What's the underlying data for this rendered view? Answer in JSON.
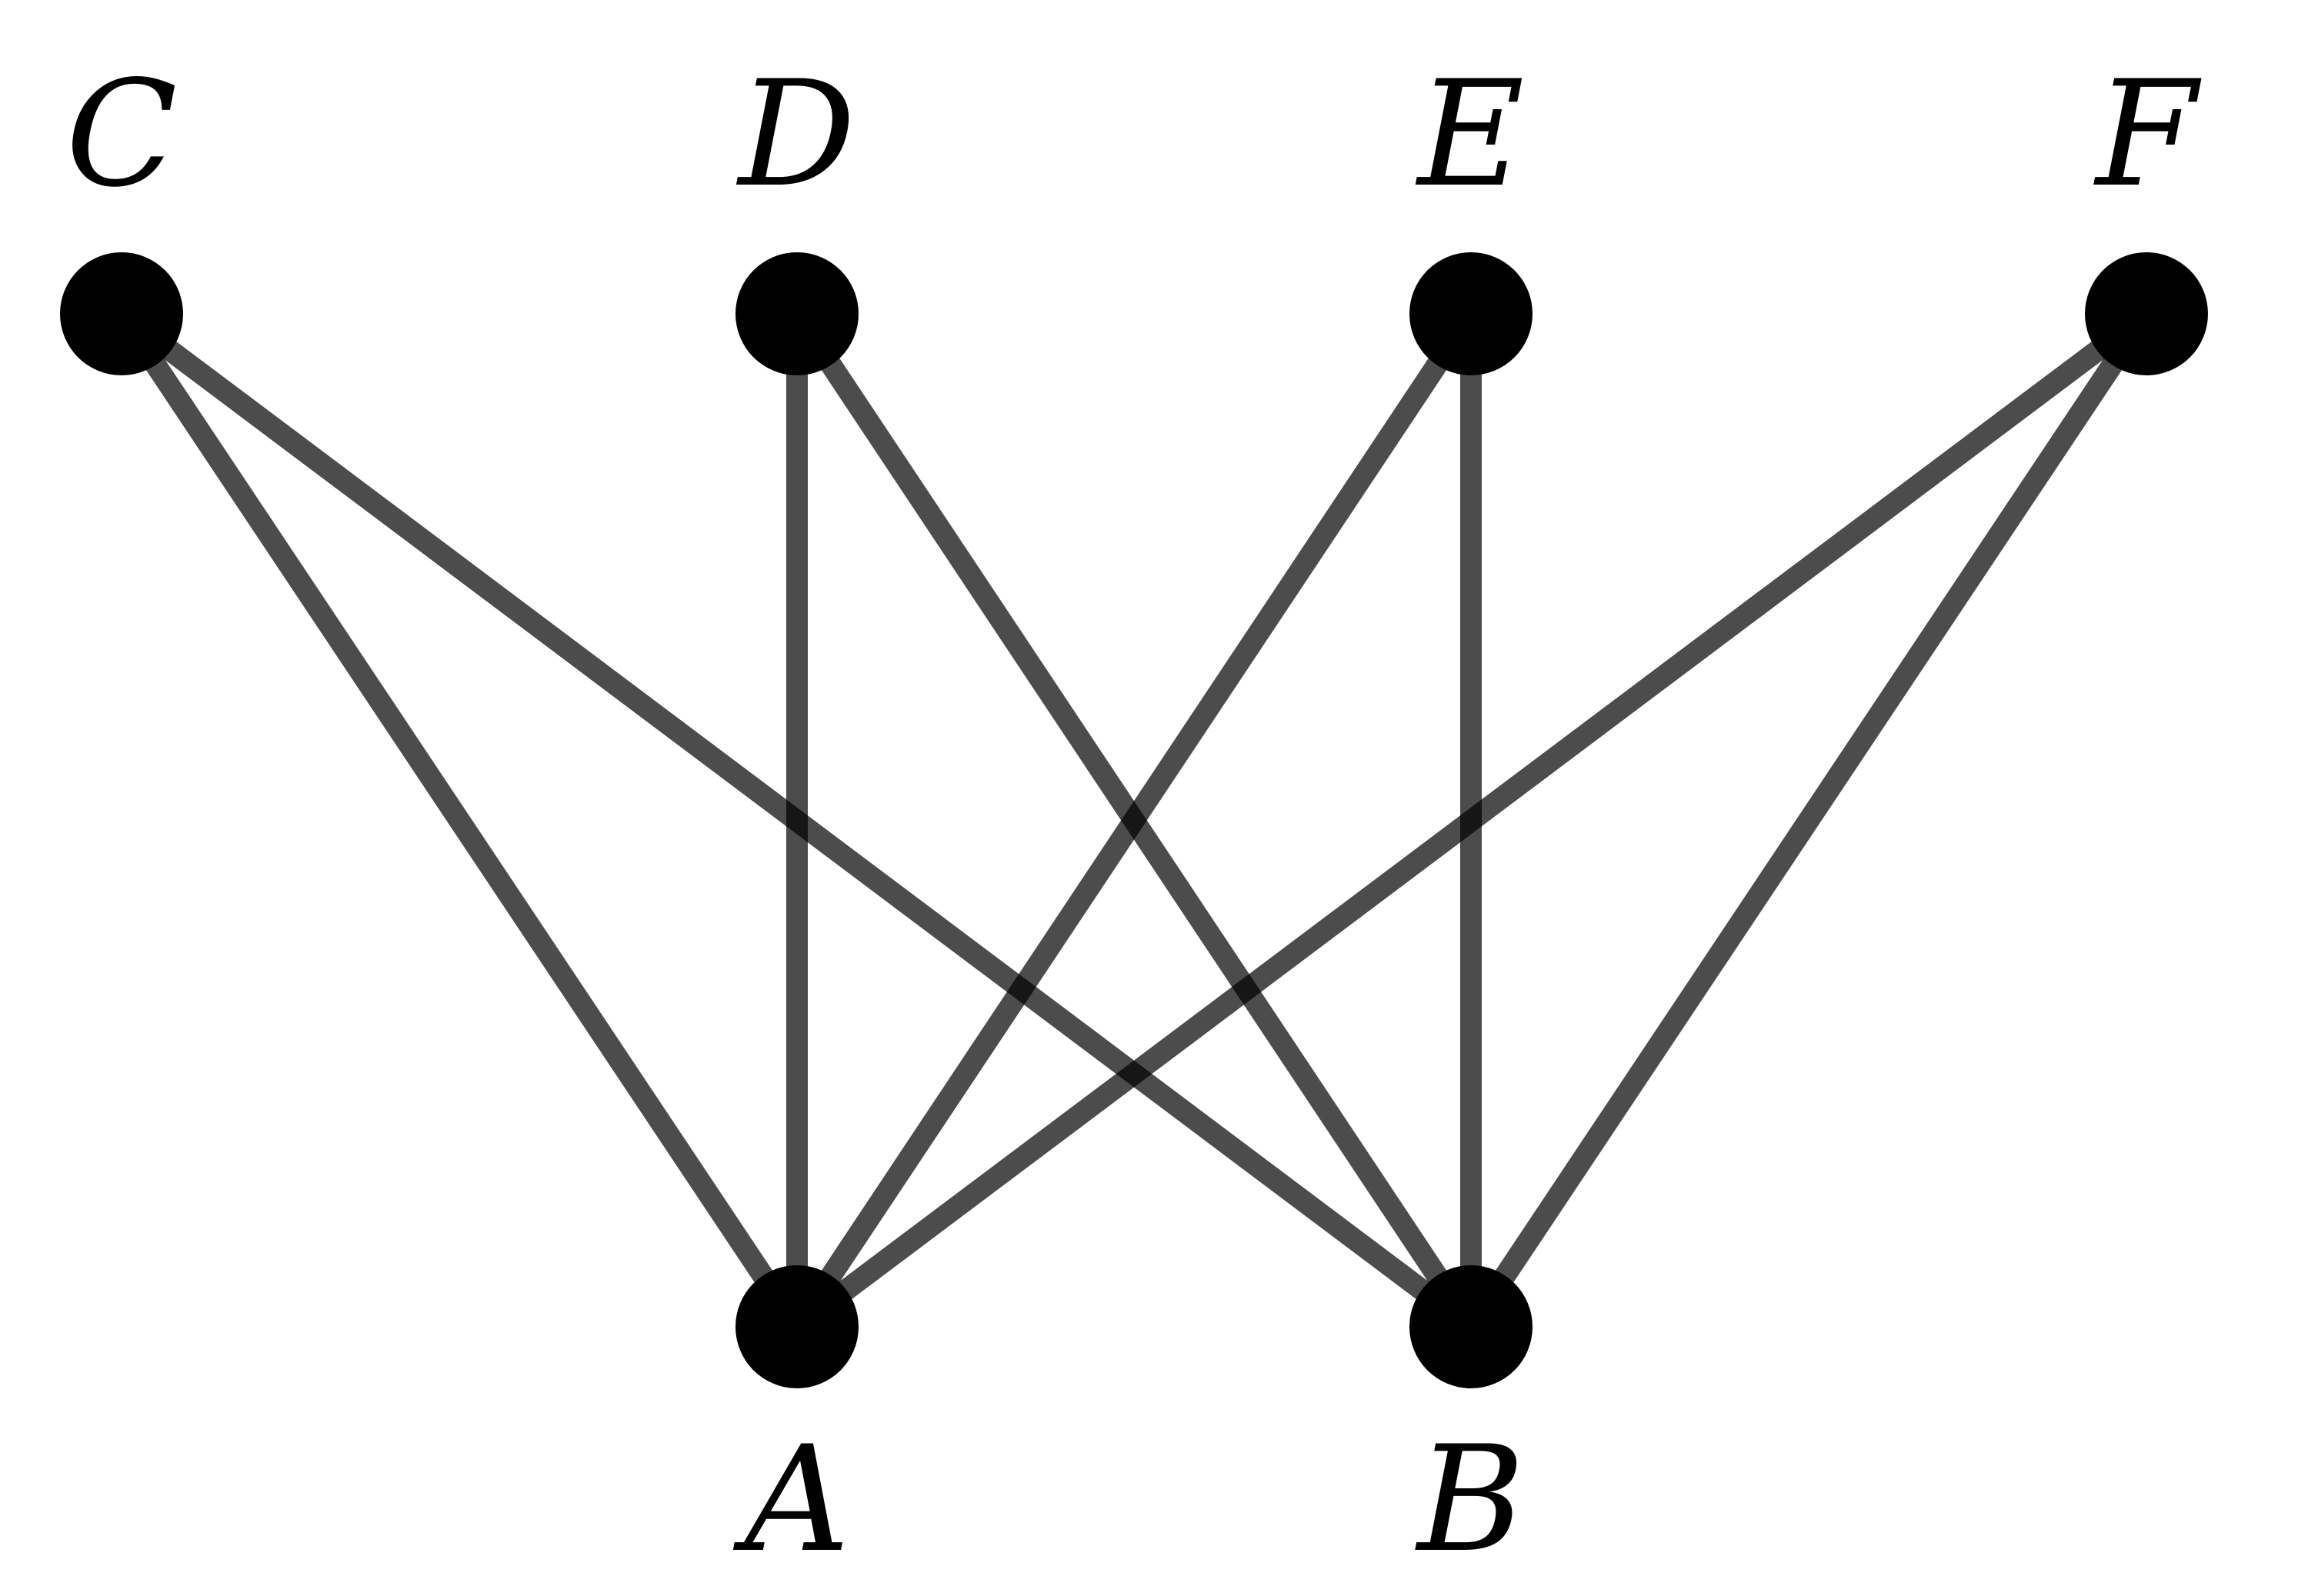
{
  "graph": {
    "nodes": [
      {
        "id": "C",
        "label": "C"
      },
      {
        "id": "D",
        "label": "D"
      },
      {
        "id": "E",
        "label": "E"
      },
      {
        "id": "F",
        "label": "F"
      },
      {
        "id": "A",
        "label": "A"
      },
      {
        "id": "B",
        "label": "B"
      }
    ],
    "edges": [
      [
        "C",
        "A"
      ],
      [
        "C",
        "B"
      ],
      [
        "D",
        "A"
      ],
      [
        "D",
        "B"
      ],
      [
        "E",
        "A"
      ],
      [
        "E",
        "B"
      ],
      [
        "F",
        "A"
      ],
      [
        "F",
        "B"
      ]
    ]
  }
}
